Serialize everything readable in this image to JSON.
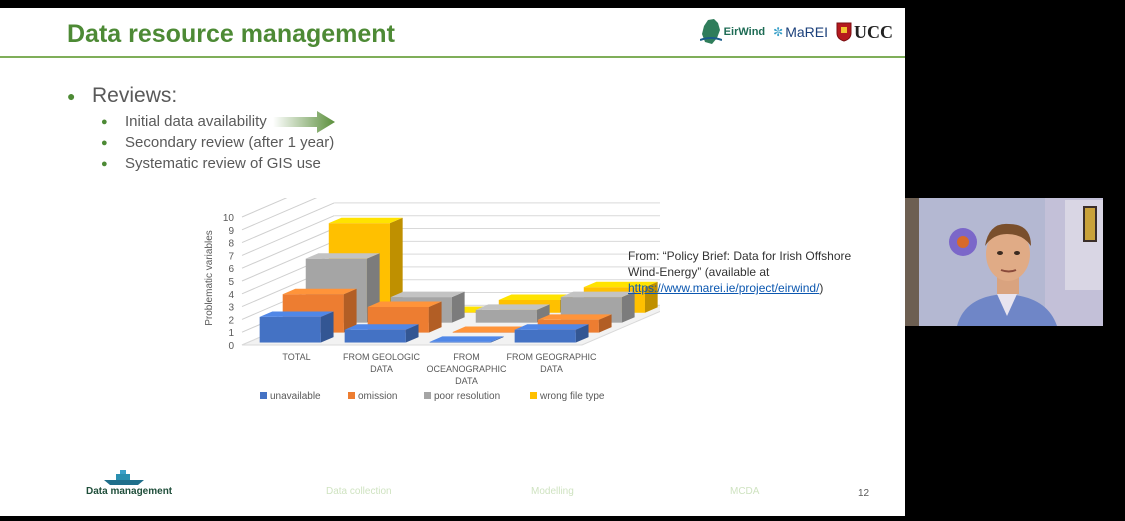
{
  "slide": {
    "title": "Data resource management",
    "logos": {
      "eirwind": "EirWind",
      "marei": "MaREI",
      "ucc": "UCC"
    },
    "bullet": "Reviews:",
    "sub_bullets": [
      "Initial data availability",
      "Secondary review (after 1 year)",
      "Systematic review of GIS use"
    ],
    "citation": {
      "text": "From: “Policy Brief: Data for Irish Offshore Wind-Energy” (available at",
      "link": "https://www.marei.ie/project/eirwind/",
      "suffix": ")"
    },
    "footer": {
      "items": [
        "Data management",
        "Data collection",
        "Modelling",
        "MCDA"
      ],
      "page_number": "12"
    },
    "colors": {
      "title": "#4d8a35",
      "accent": "#7fae59"
    }
  },
  "chart_data": {
    "type": "bar",
    "categories": [
      "TOTAL",
      "FROM GEOLOGIC DATA",
      "FROM OCEANOGRAPHIC DATA",
      "FROM GEOGRAPHIC DATA"
    ],
    "category_lines": [
      [
        "TOTAL"
      ],
      [
        "FROM GEOLOGIC",
        "DATA"
      ],
      [
        "FROM",
        "OCEANOGRAPHIC",
        "DATA"
      ],
      [
        "FROM GEOGRAPHIC",
        "DATA"
      ]
    ],
    "series": [
      {
        "name": "unavailable",
        "values": [
          2,
          1,
          0,
          1
        ],
        "color": "#4472c4"
      },
      {
        "name": "omission",
        "values": [
          3,
          2,
          0,
          1
        ],
        "color": "#ed7d31"
      },
      {
        "name": "poor resolution",
        "values": [
          5,
          2,
          1,
          2
        ],
        "color": "#a5a5a5"
      },
      {
        "name": "wrong file type",
        "values": [
          7,
          0,
          1,
          2
        ],
        "color": "#ffc000"
      }
    ],
    "ylabel": "Problematic variables",
    "ylim": [
      0,
      10
    ],
    "yticks": [
      0,
      1,
      2,
      3,
      4,
      5,
      6,
      7,
      8,
      9,
      10
    ],
    "grid": true,
    "legend": "bottom",
    "style": "3d"
  }
}
